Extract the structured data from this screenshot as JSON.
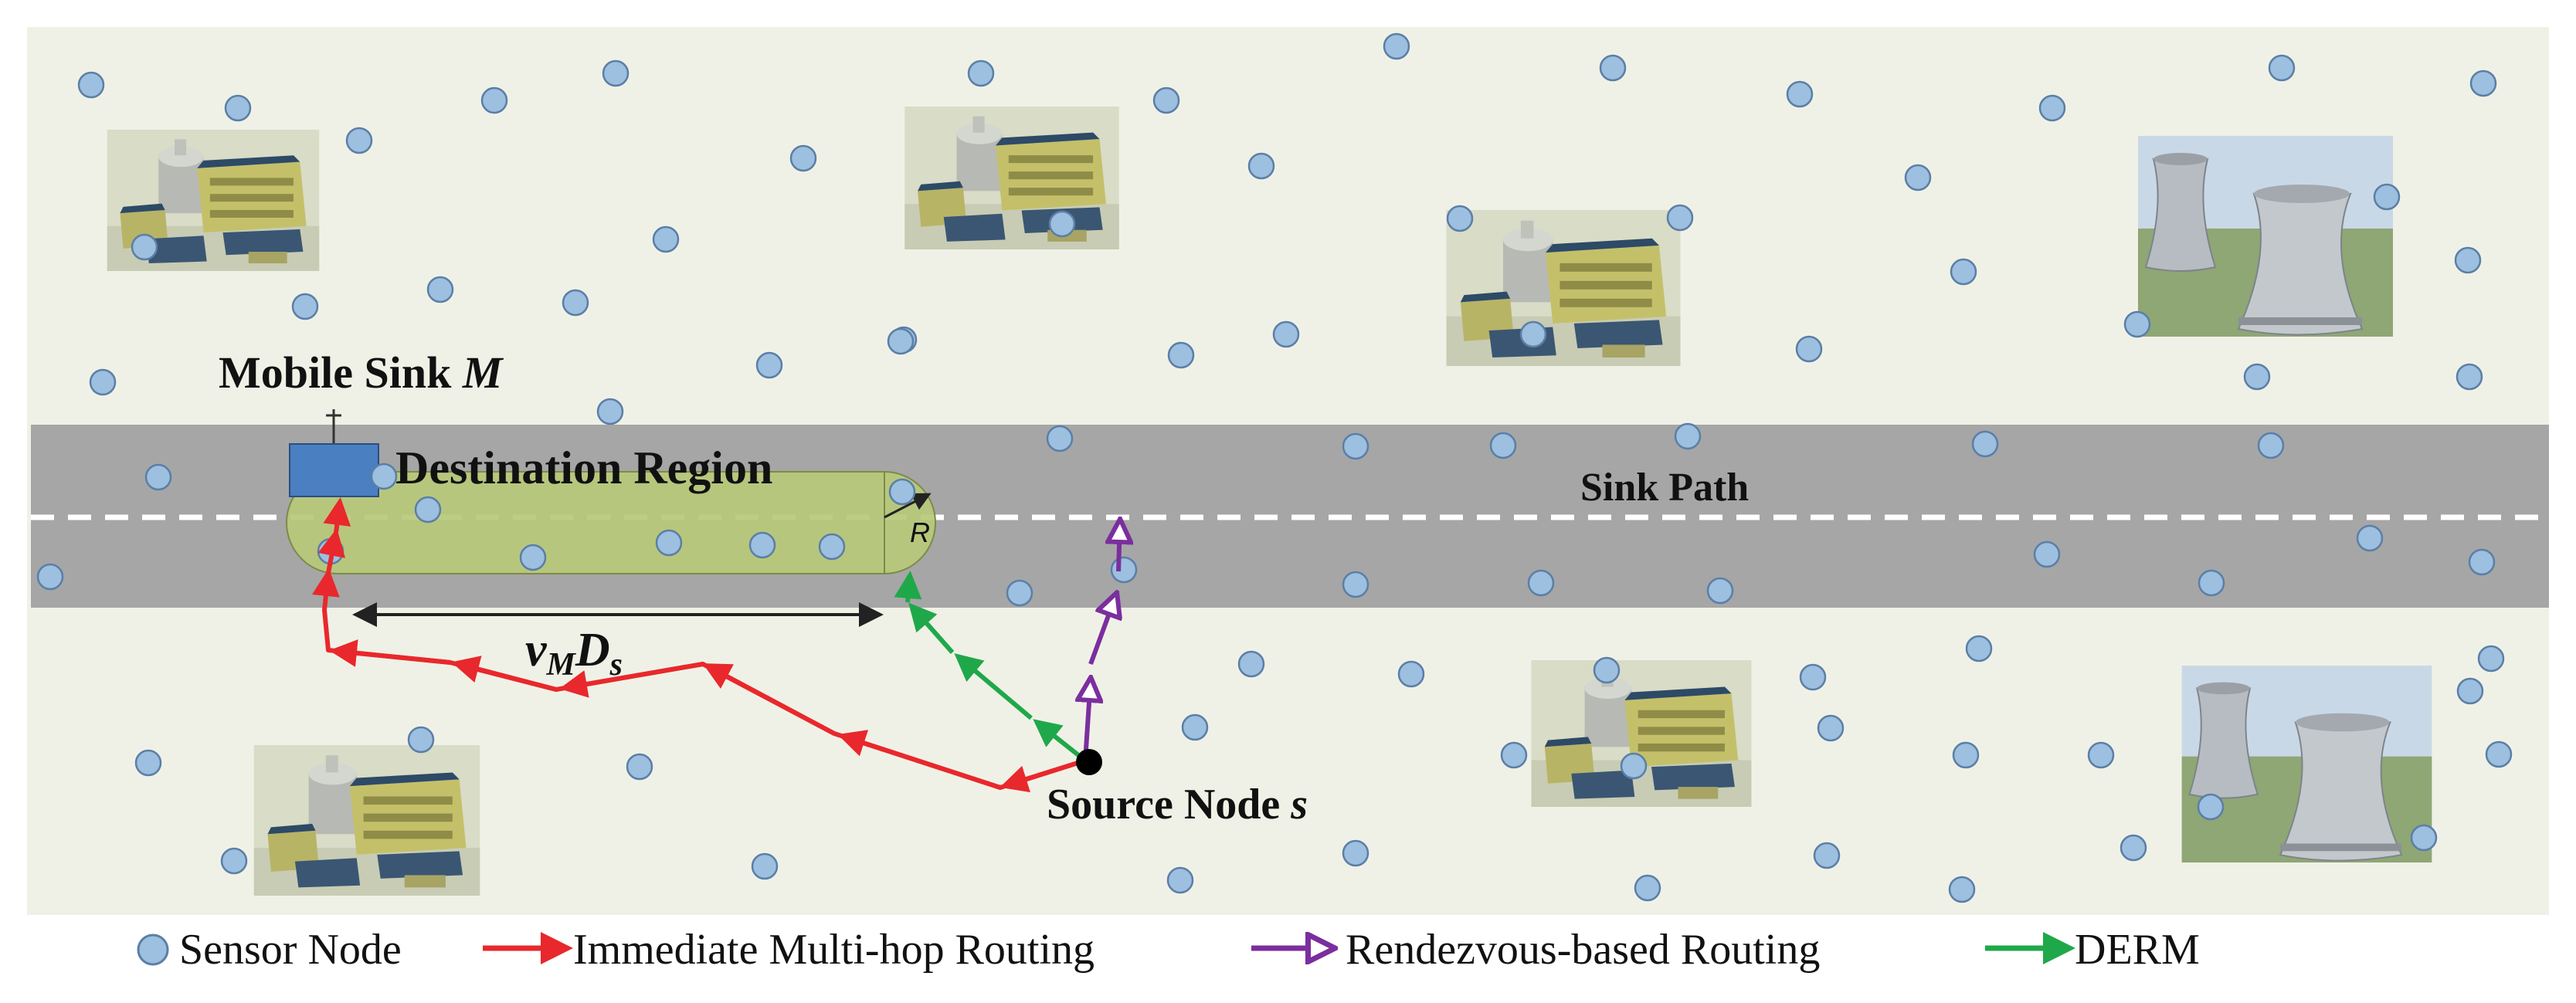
{
  "labels": {
    "mobile_sink_prefix": "Mobile Sink ",
    "mobile_sink_var": "M",
    "destination_region": "Destination Region",
    "sink_path": "Sink Path",
    "radius": "R",
    "distance_v": "v",
    "distance_sub": "M",
    "distance_d": "D",
    "distance_s": "s",
    "source_node_prefix": "Source Node ",
    "source_node_var": "s"
  },
  "legend": {
    "items": [
      {
        "key": "sensor",
        "label": "Sensor Node",
        "color": "#9dbfe0"
      },
      {
        "key": "immediate",
        "label": "Immediate Multi-hop Routing",
        "color": "#e8282c"
      },
      {
        "key": "rendezvous",
        "label": "Rendezvous-based Routing",
        "color": "#7b2e9e"
      },
      {
        "key": "derm",
        "label": "DERM",
        "color": "#1fa84a"
      }
    ]
  },
  "colors": {
    "field": "#f0f1e6",
    "road": "#a6a6a6",
    "region": "#b9c97a",
    "sensor_fill": "#9dbfe0",
    "sensor_stroke": "#5b7fa6",
    "sink_box": "#4a7fc1",
    "immediate": "#e8282c",
    "rendezvous": "#7b2e9e",
    "derm": "#1fa84a"
  },
  "icons": [
    "power-plant-icon",
    "cooling-tower-icon",
    "mobile-sink-icon",
    "antenna-icon"
  ]
}
